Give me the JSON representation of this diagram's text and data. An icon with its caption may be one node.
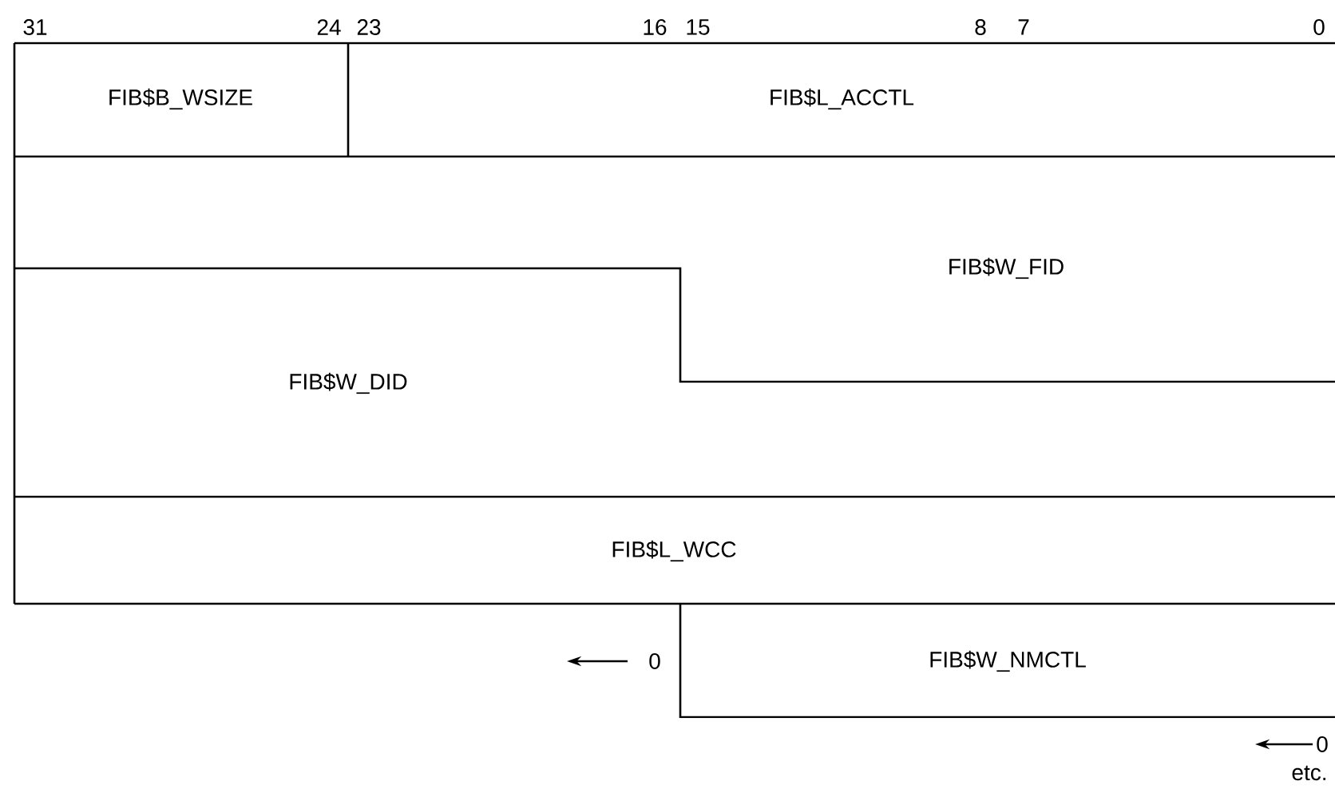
{
  "diagram": {
    "nodes": [
      {
        "text": [
          "FIB$B_WSIZE"
        ]
      },
      {
        "text": [
          "FIB$L_ACCTL"
        ]
      },
      {
        "text": [
          "FIB$W_FID"
        ]
      },
      {
        "text": [
          "FIB$W_DID"
        ]
      },
      {
        "text": [
          "FIB$L_WCC"
        ]
      },
      {
        "text": [
          "FIB$W_NMCTL"
        ]
      }
    ],
    "labels": [
      "31",
      "24",
      "23",
      "16",
      "15",
      "8",
      "7",
      "0",
      "0",
      "0",
      "etc."
    ]
  }
}
